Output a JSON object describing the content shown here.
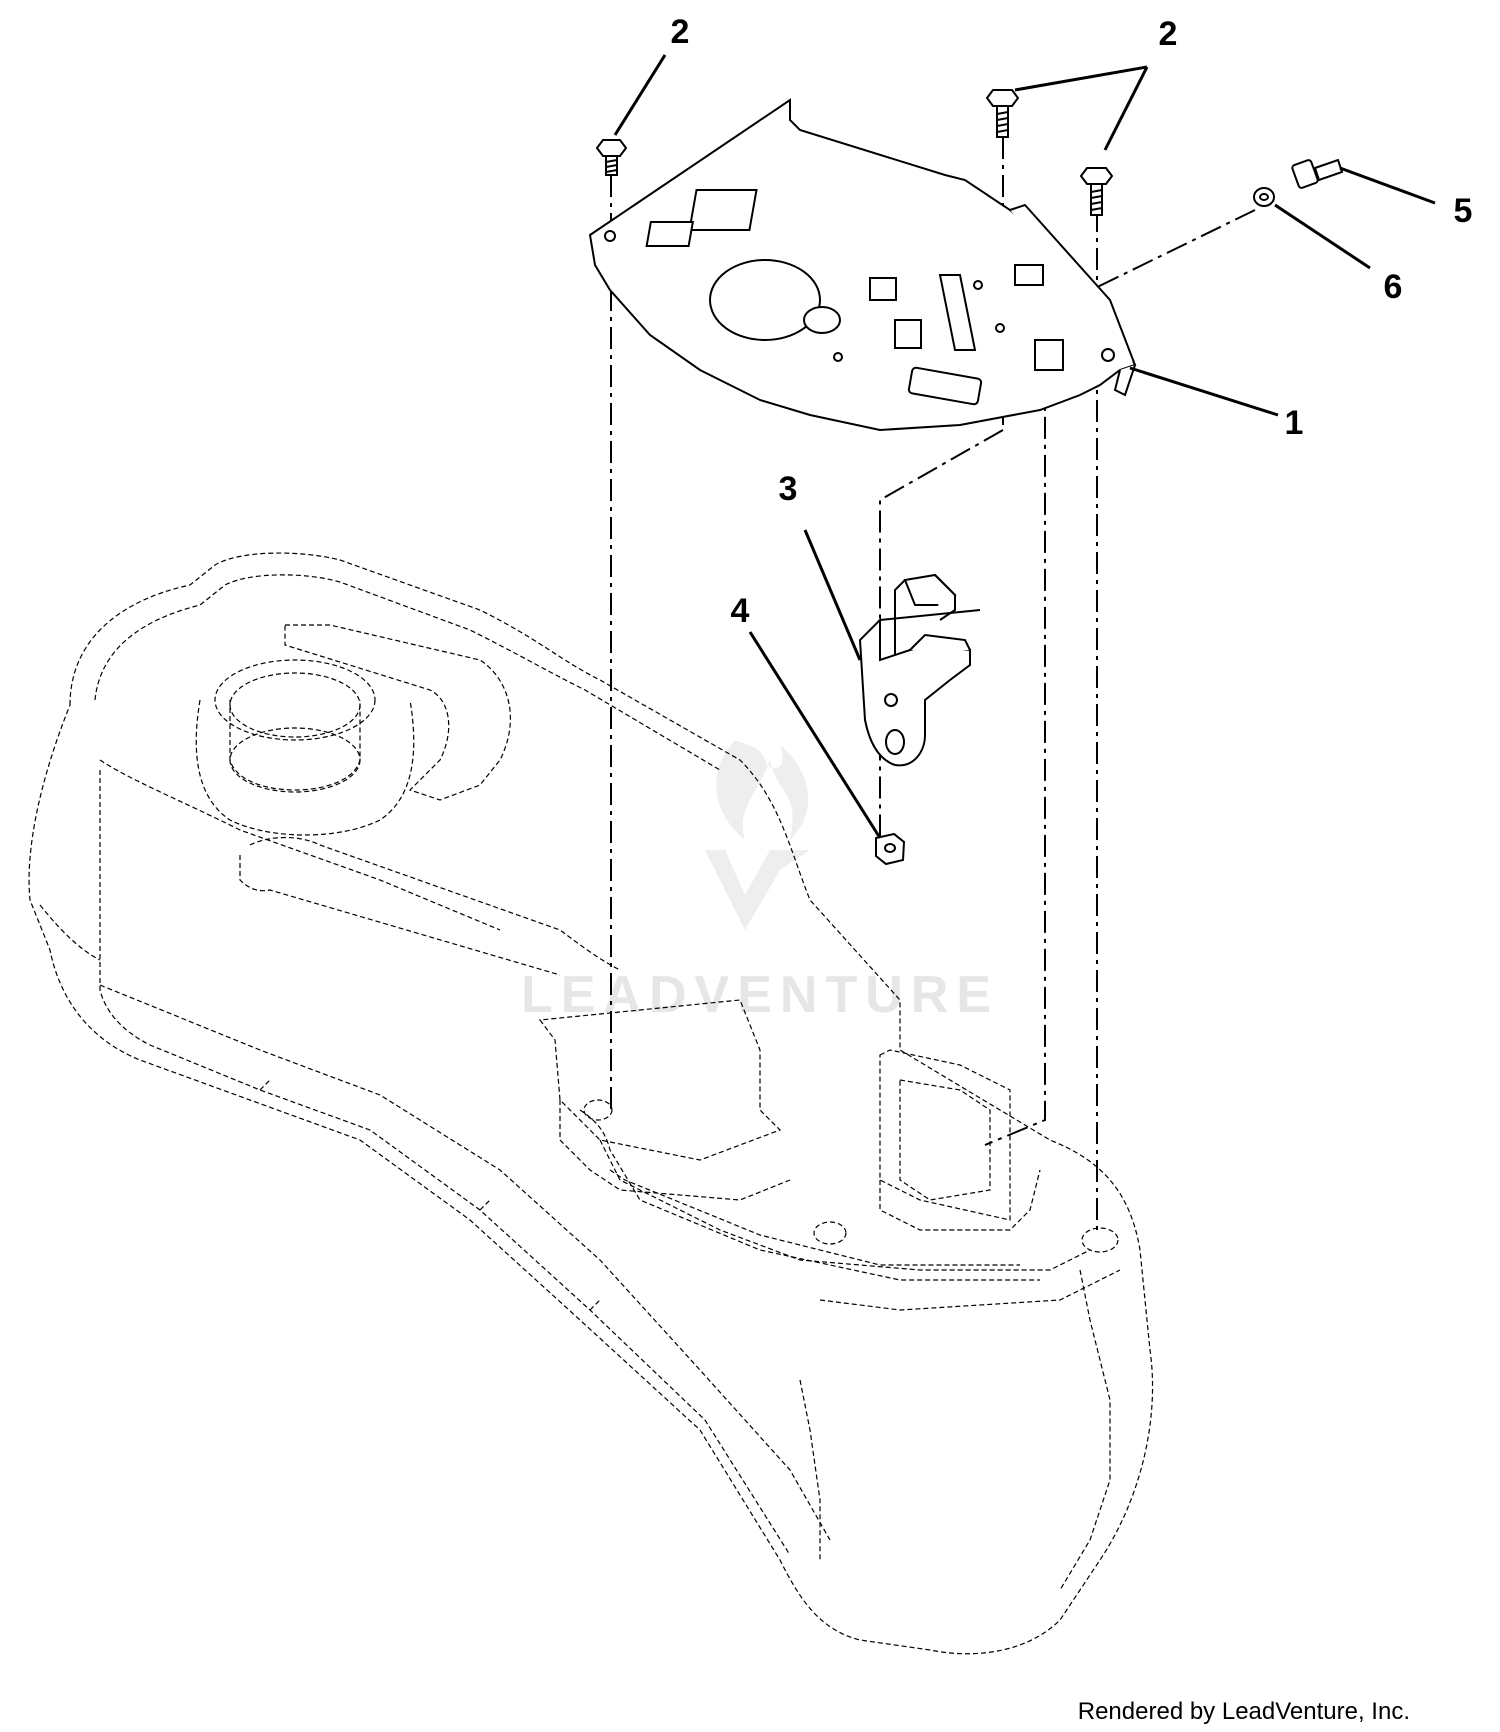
{
  "watermark": {
    "text": "LEADVENTURE",
    "color": "#e6e6e6"
  },
  "footer": {
    "text": "Rendered by LeadVenture, Inc."
  },
  "callouts": [
    {
      "id": "callout-2-left",
      "label": "2"
    },
    {
      "id": "callout-2-right",
      "label": "2"
    },
    {
      "id": "callout-5",
      "label": "5"
    },
    {
      "id": "callout-6",
      "label": "6"
    },
    {
      "id": "callout-1",
      "label": "1"
    },
    {
      "id": "callout-3",
      "label": "3"
    },
    {
      "id": "callout-4",
      "label": "4"
    }
  ]
}
